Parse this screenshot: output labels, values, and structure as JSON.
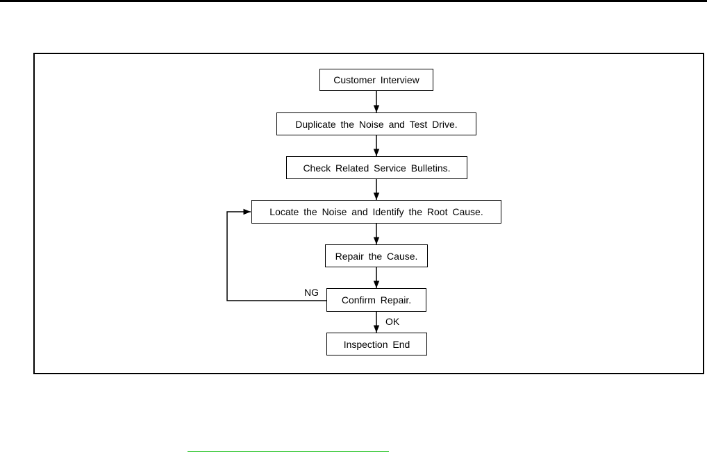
{
  "flowchart": {
    "steps": [
      {
        "id": "customer-interview",
        "label": "Customer Interview"
      },
      {
        "id": "duplicate-noise",
        "label": "Duplicate the Noise and Test Drive."
      },
      {
        "id": "check-bulletins",
        "label": "Check Related Service Bulletins."
      },
      {
        "id": "locate-noise",
        "label": "Locate the Noise and Identify the Root Cause."
      },
      {
        "id": "repair-cause",
        "label": "Repair the Cause."
      },
      {
        "id": "confirm-repair",
        "label": "Confirm Repair."
      },
      {
        "id": "inspection-end",
        "label": "Inspection End"
      }
    ],
    "edges": [
      {
        "from": "customer-interview",
        "to": "duplicate-noise"
      },
      {
        "from": "duplicate-noise",
        "to": "check-bulletins"
      },
      {
        "from": "check-bulletins",
        "to": "locate-noise"
      },
      {
        "from": "locate-noise",
        "to": "repair-cause"
      },
      {
        "from": "repair-cause",
        "to": "confirm-repair"
      },
      {
        "from": "confirm-repair",
        "to": "inspection-end",
        "label": "OK"
      },
      {
        "from": "confirm-repair",
        "to": "locate-noise",
        "label": "NG"
      }
    ],
    "ng_label": "NG",
    "ok_label": "OK"
  },
  "colors": {
    "line": "#000000",
    "link_underline": "#22c322"
  }
}
